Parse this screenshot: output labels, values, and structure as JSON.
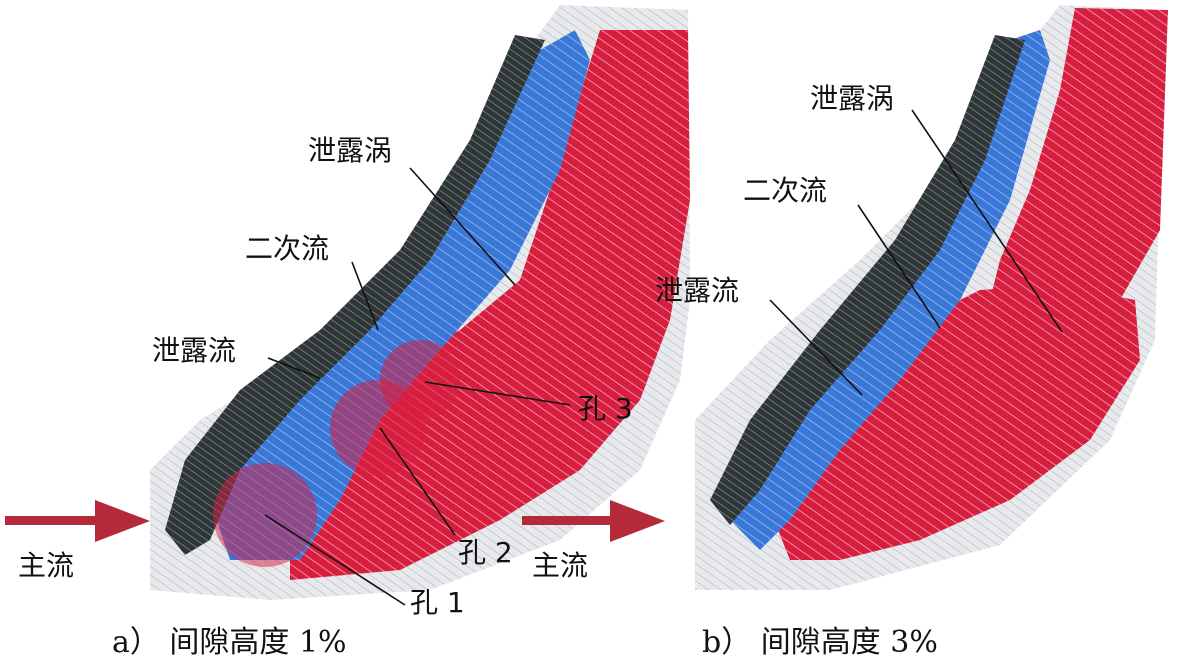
{
  "panel_a": {
    "caption": "a）  间隙高度 1%",
    "labels": {
      "leak_vortex": "泄露涡",
      "secondary_flow": "二次流",
      "leak_flow": "泄露流",
      "hole3": "孔 3",
      "hole2": "孔 2",
      "hole1": "孔 1",
      "main_flow": "主流"
    }
  },
  "panel_b": {
    "caption": "b）  间隙高度 3%",
    "labels": {
      "leak_vortex": "泄露涡",
      "secondary_flow": "二次流",
      "leak_flow": "泄露流",
      "main_flow": "主流"
    }
  },
  "colors": {
    "red": "#d81e3f",
    "blue": "#3a78d8",
    "dark": "#2e3638",
    "gray": "#c9cdd2",
    "arrow": "#b52a3a"
  }
}
